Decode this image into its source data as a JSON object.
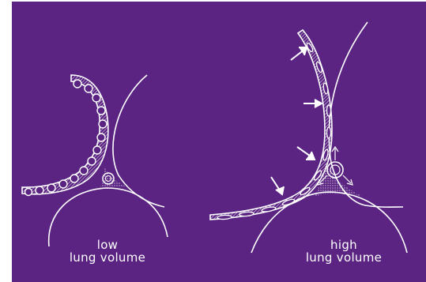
{
  "captions": {
    "low": {
      "line1": "low",
      "line2": "lung volume"
    },
    "high": {
      "line1": "high",
      "line2": "lung volume"
    }
  },
  "colors": {
    "background": "#5b2483",
    "border": "#ffffff",
    "drawing": "#ffffff"
  }
}
